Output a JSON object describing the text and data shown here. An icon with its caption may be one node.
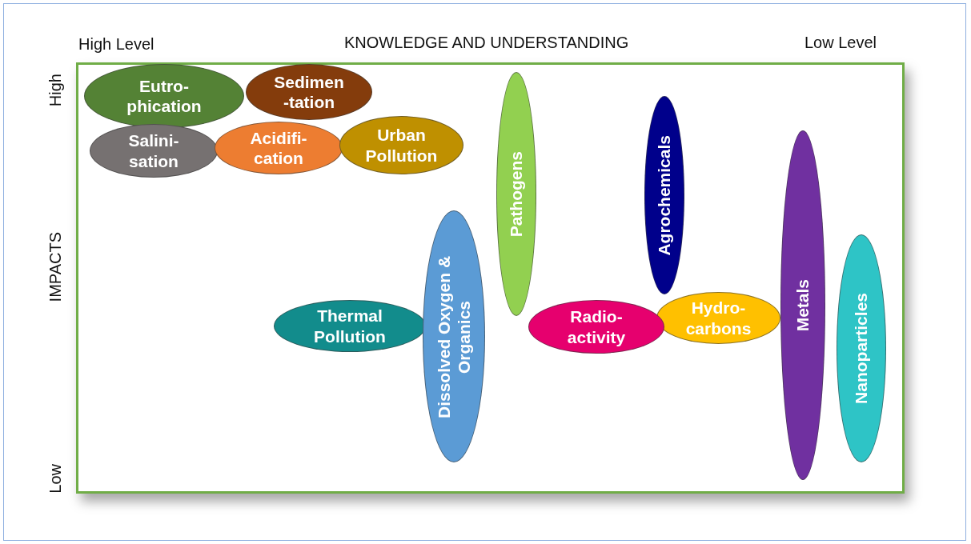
{
  "diagram": {
    "nodes": [
      {
        "text": [
          "Eutro- phication"
        ]
      },
      {
        "text": [
          "Sedimen -tation"
        ]
      },
      {
        "text": [
          "Salini- sation"
        ]
      },
      {
        "text": [
          "Acidifi- cation"
        ]
      },
      {
        "text": [
          "Urban Pollution"
        ]
      },
      {
        "text": [
          "Pathogens"
        ]
      },
      {
        "text": [
          "Agrochemicals"
        ]
      },
      {
        "text": [
          "Dissolved Oxygen & Organics"
        ]
      },
      {
        "text": [
          "Thermal Pollution"
        ]
      },
      {
        "text": [
          "Radio- activity"
        ]
      },
      {
        "text": [
          "Hydro- carbons"
        ]
      },
      {
        "text": [
          "Metals"
        ]
      },
      {
        "text": [
          "Nanoparticles"
        ]
      }
    ],
    "labels": [
      "High Level",
      "KNOWLEDGE AND UNDERSTANDING",
      "Low Level",
      "High",
      "IMPACTS",
      "Low"
    ]
  }
}
